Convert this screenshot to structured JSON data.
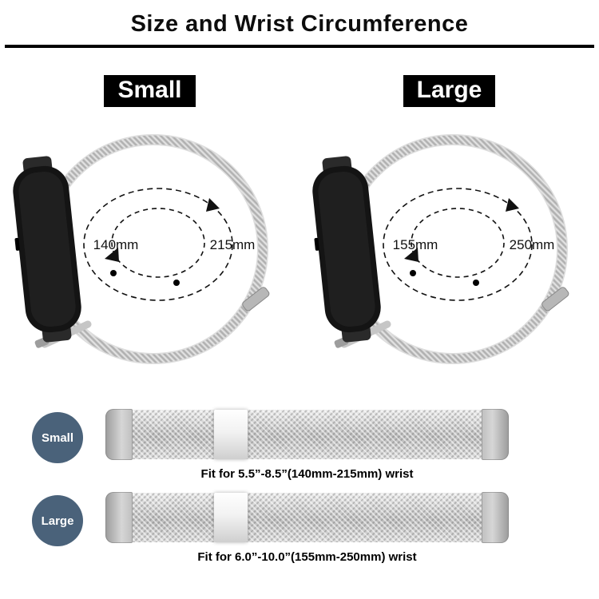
{
  "title": "Size and Wrist Circumference",
  "panels": [
    {
      "label": "Small",
      "inner": "140mm",
      "outer": "215mm"
    },
    {
      "label": "Large",
      "inner": "155mm",
      "outer": "250mm"
    }
  ],
  "strips": [
    {
      "badge": "Small",
      "caption": "Fit for 5.5”-8.5”(140mm-215mm) wrist"
    },
    {
      "badge": "Large",
      "caption": "Fit for 6.0”-10.0”(155mm-250mm) wrist"
    }
  ],
  "colors": {
    "badge": "#4a627a",
    "accent": "#000000",
    "band": "#c9c9c9"
  }
}
